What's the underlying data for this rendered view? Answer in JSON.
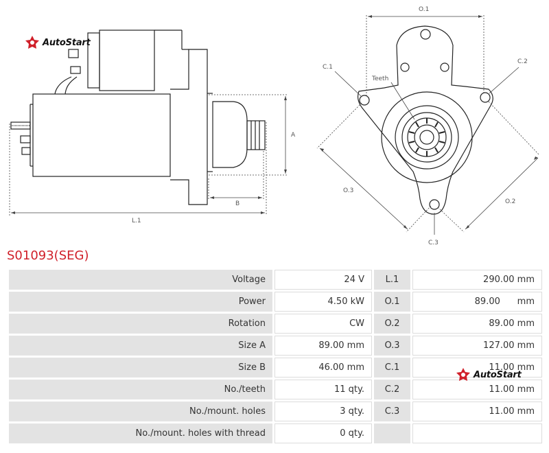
{
  "brand": {
    "name": "AutoStart",
    "color": "#d0202a",
    "icon": "autostart-star-icon"
  },
  "drawing": {
    "labels": {
      "L1": "L.1",
      "A": "A",
      "B": "B",
      "O1": "O.1",
      "O2": "O.2",
      "O3": "O.3",
      "C1": "C.1",
      "C2": "C.2",
      "C3": "C.3",
      "teeth": "Teeth"
    }
  },
  "product": {
    "code": "S01093(SEG)"
  },
  "specs": [
    {
      "label": "Voltage",
      "value": "24 V",
      "dim": "L.1",
      "dim_value": "290.00 mm"
    },
    {
      "label": "Power",
      "value": "4.50 kW",
      "dim": "O.1",
      "dim_value": "89.00      mm"
    },
    {
      "label": "Rotation",
      "value": "CW",
      "dim": "O.2",
      "dim_value": "89.00 mm"
    },
    {
      "label": "Size A",
      "value": "89.00 mm",
      "dim": "O.3",
      "dim_value": "127.00 mm"
    },
    {
      "label": "Size B",
      "value": "46.00 mm",
      "dim": "C.1",
      "dim_value": "11.00 mm"
    },
    {
      "label": "No./teeth",
      "value": "11 qty.",
      "dim": "C.2",
      "dim_value": "11.00 mm"
    },
    {
      "label": "No./mount. holes",
      "value": "3 qty.",
      "dim": "C.3",
      "dim_value": "11.00 mm"
    },
    {
      "label": "No./mount. holes with thread",
      "value": "0 qty.",
      "dim": "",
      "dim_value": ""
    }
  ]
}
